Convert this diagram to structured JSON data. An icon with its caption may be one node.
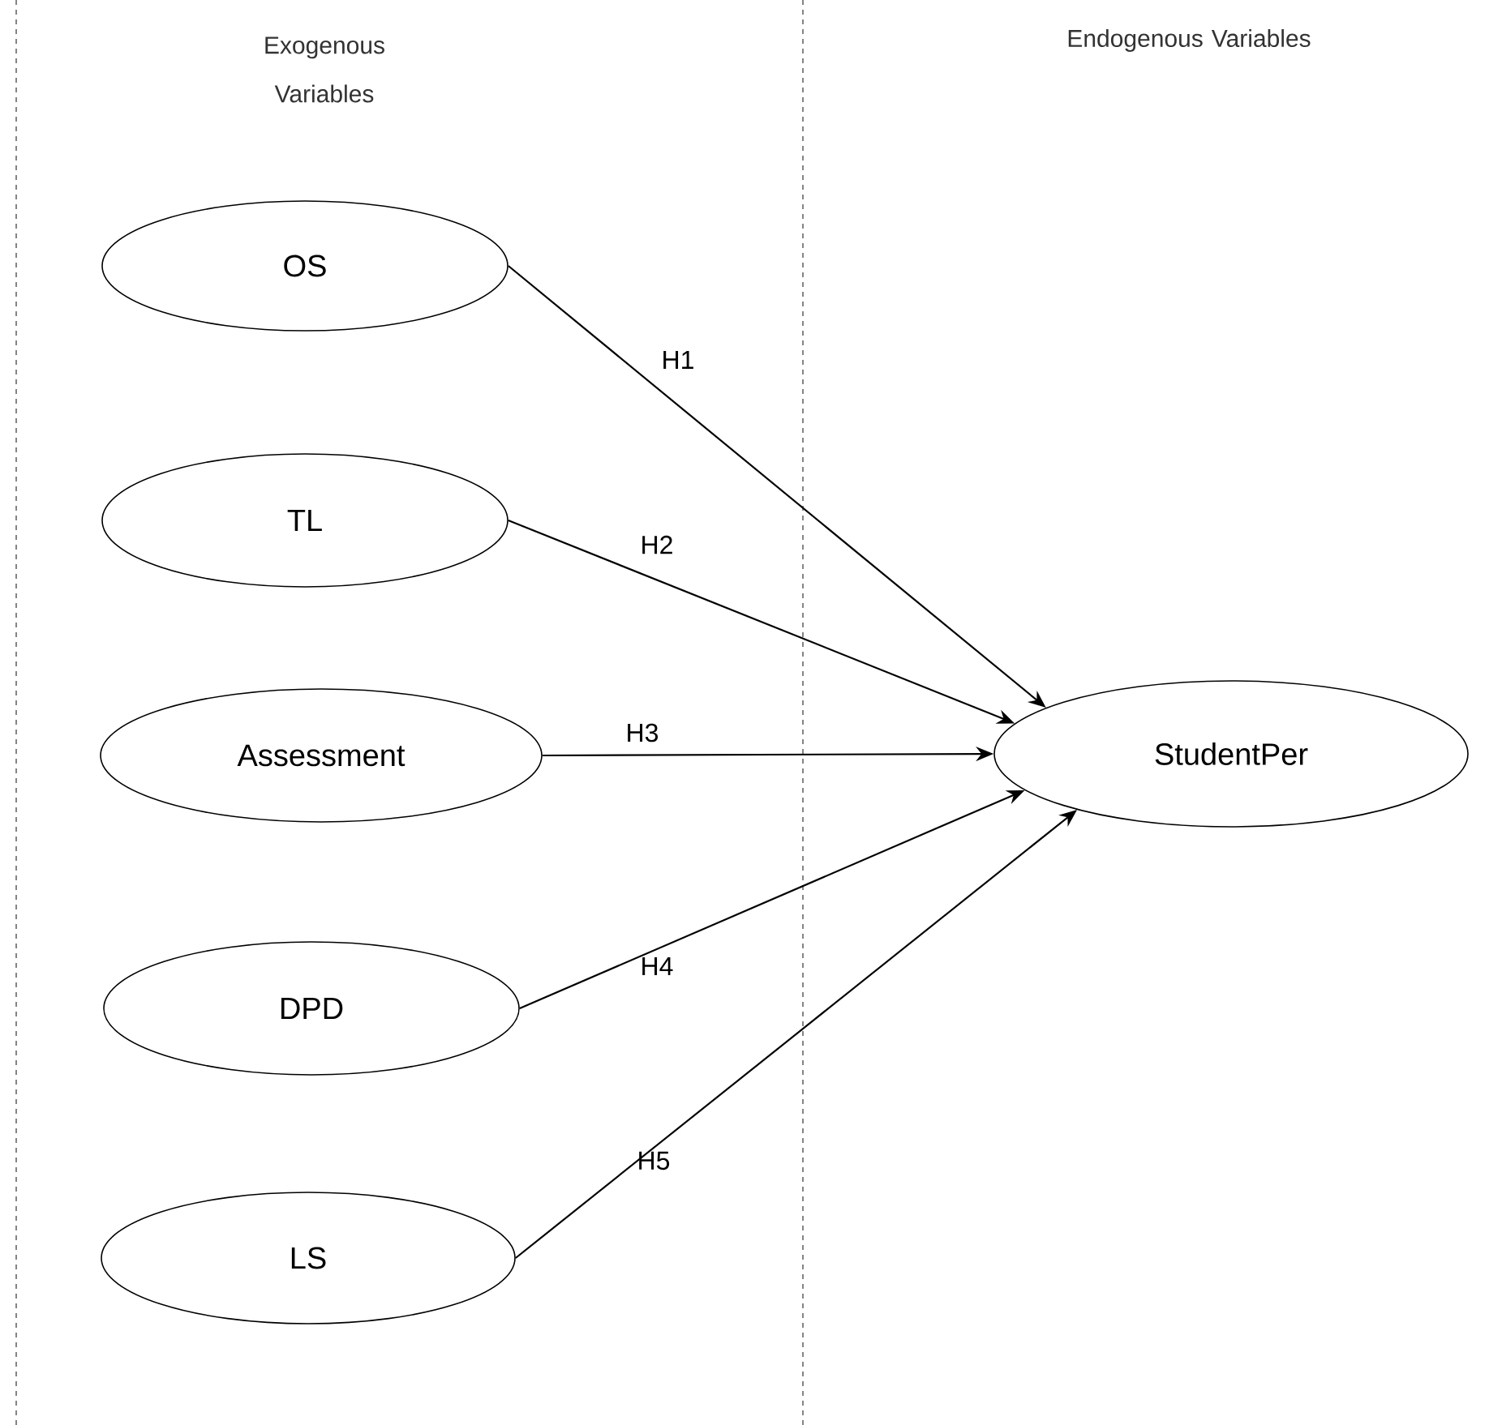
{
  "diagram": {
    "nodes": [
      {
        "text": [
          "OS"
        ]
      },
      {
        "text": [
          "TL"
        ]
      },
      {
        "text": [
          "Assessment"
        ]
      },
      {
        "text": [
          "DPD"
        ]
      },
      {
        "text": [
          "LS"
        ]
      },
      {
        "text": [
          "StudentPer"
        ]
      }
    ],
    "edges": [
      {
        "from": 0,
        "to": 5,
        "arrow": "to",
        "label": "H1"
      },
      {
        "from": 1,
        "to": 5,
        "arrow": "to",
        "label": "H2"
      },
      {
        "from": 2,
        "to": 5,
        "arrow": "to",
        "label": "H3"
      },
      {
        "from": 3,
        "to": 5,
        "arrow": "to",
        "label": "H4"
      },
      {
        "from": 4,
        "to": 5,
        "arrow": "to",
        "label": "H5"
      }
    ],
    "labels": [
      "Exogenous Variables",
      "Endogenous Variables"
    ]
  }
}
